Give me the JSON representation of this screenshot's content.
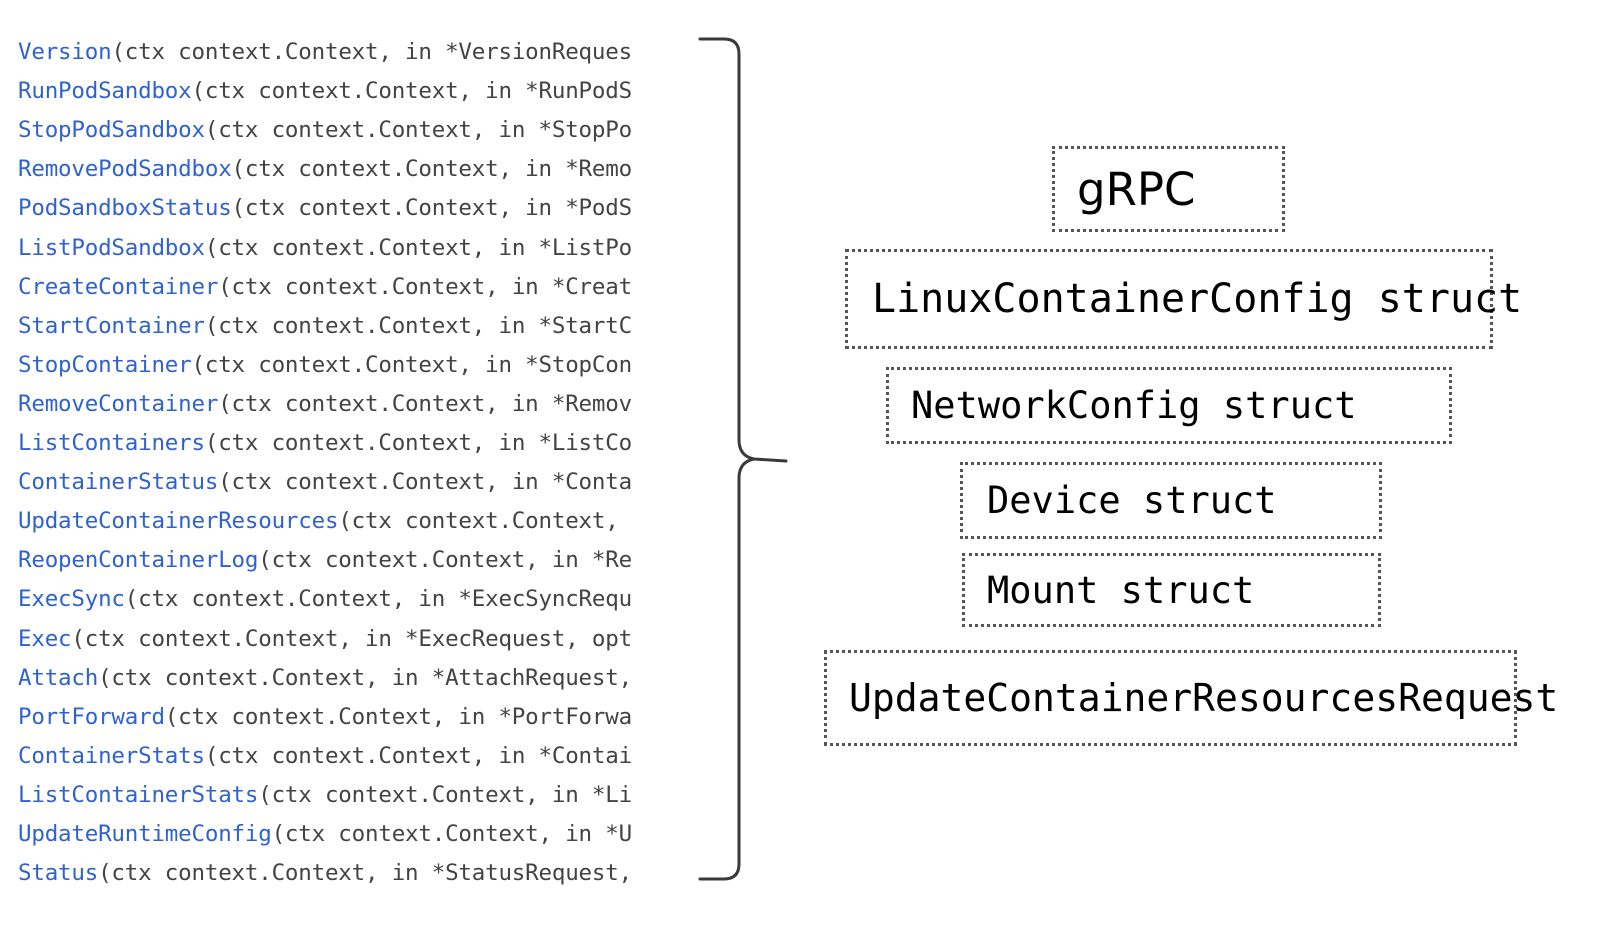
{
  "diagram": {
    "title": "CRI RuntimeService interface methods mapped to gRPC struct types",
    "accent_color": "#2f62cf",
    "box_border_color": "#555555",
    "text_color": "#434343"
  },
  "method_list": {
    "name": "RuntimeService interface method signatures",
    "clipped_right_edge": true,
    "lines": [
      {
        "name": "Version",
        "signature": "(ctx context.Context, in *VersionReques"
      },
      {
        "name": "RunPodSandbox",
        "signature": "(ctx context.Context, in *RunPodS"
      },
      {
        "name": "StopPodSandbox",
        "signature": "(ctx context.Context, in *StopPo"
      },
      {
        "name": "RemovePodSandbox",
        "signature": "(ctx context.Context, in *Remo"
      },
      {
        "name": "PodSandboxStatus",
        "signature": "(ctx context.Context, in *PodS"
      },
      {
        "name": "ListPodSandbox",
        "signature": "(ctx context.Context, in *ListPo"
      },
      {
        "name": "CreateContainer",
        "signature": "(ctx context.Context, in *Creat"
      },
      {
        "name": "StartContainer",
        "signature": "(ctx context.Context, in *StartC"
      },
      {
        "name": "StopContainer",
        "signature": "(ctx context.Context, in *StopCon"
      },
      {
        "name": "RemoveContainer",
        "signature": "(ctx context.Context, in *Remov"
      },
      {
        "name": "ListContainers",
        "signature": "(ctx context.Context, in *ListCo"
      },
      {
        "name": "ContainerStatus",
        "signature": "(ctx context.Context, in *Conta"
      },
      {
        "name": "UpdateContainerResources",
        "signature": "(ctx context.Context, "
      },
      {
        "name": "ReopenContainerLog",
        "signature": "(ctx context.Context, in *Re"
      },
      {
        "name": "ExecSync",
        "signature": "(ctx context.Context, in *ExecSyncRequ"
      },
      {
        "name": "Exec",
        "signature": "(ctx context.Context, in *ExecRequest, opt"
      },
      {
        "name": "Attach",
        "signature": "(ctx context.Context, in *AttachRequest,"
      },
      {
        "name": "PortForward",
        "signature": "(ctx context.Context, in *PortForwa"
      },
      {
        "name": "ContainerStats",
        "signature": "(ctx context.Context, in *Contai"
      },
      {
        "name": "ListContainerStats",
        "signature": "(ctx context.Context, in *Li"
      },
      {
        "name": "UpdateRuntimeConfig",
        "signature": "(ctx context.Context, in *U"
      },
      {
        "name": "Status",
        "signature": "(ctx context.Context, in *StatusRequest,"
      }
    ]
  },
  "brace": {
    "name": "right-curly-brace",
    "orientation": "points-right",
    "color": "#3a3a3a"
  },
  "struct_boxes": [
    {
      "id": "grpc",
      "label": "gRPC",
      "font": "sans"
    },
    {
      "id": "linuxcontainerconfig",
      "label": "LinuxContainerConfig struct",
      "font": "mono"
    },
    {
      "id": "networkconfig",
      "label": "NetworkConfig struct",
      "font": "mono"
    },
    {
      "id": "device",
      "label": "Device struct",
      "font": "mono"
    },
    {
      "id": "mount",
      "label": "Mount struct",
      "font": "mono"
    },
    {
      "id": "updatecontainerresourcesrequest",
      "label": "UpdateContainerResourcesRequest",
      "font": "mono"
    }
  ]
}
